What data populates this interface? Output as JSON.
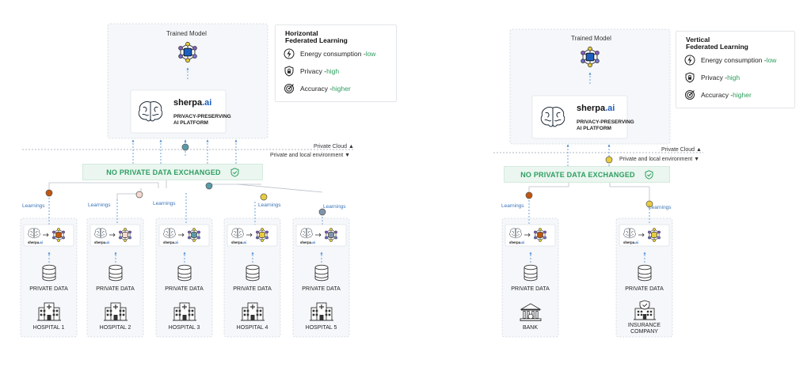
{
  "left": {
    "trained_model": "Trained Model",
    "platform_name": "sherpa",
    "platform_suffix": ".ai",
    "platform_line1": "PRIVACY-PRESERVING",
    "platform_line2": "AI PLATFORM",
    "legend": {
      "title_line1": "Horizontal",
      "title_line2": "Federated Learning",
      "rows": [
        {
          "label": "Energy consumption - ",
          "value": "low",
          "icon": "lightning-icon"
        },
        {
          "label": "Privacy - ",
          "value": "high",
          "icon": "shield-lock-icon"
        },
        {
          "label": "Accuracy - ",
          "value": "higher",
          "icon": "target-icon"
        }
      ]
    },
    "private_cloud": "Private Cloud",
    "private_local": "Private and local environment",
    "banner": "NO PRIVATE DATA EXCHANGED",
    "learnings": "Learnings",
    "nodes": [
      {
        "data": "PRIVATE DATA",
        "name": "HOSPITAL 1",
        "color": "#c0560f"
      },
      {
        "data": "PRIVATE DATA",
        "name": "HOSPITAL 2",
        "color": "#f5d8cf"
      },
      {
        "data": "PRIVATE DATA",
        "name": "HOSPITAL 3",
        "color": "#5a9aa8"
      },
      {
        "data": "PRIVATE DATA",
        "name": "HOSPITAL 4",
        "color": "#e8cc3d"
      },
      {
        "data": "PRIVATE DATA",
        "name": "HOSPITAL 5",
        "color": "#8094ac"
      }
    ],
    "mini_brand": "sherpa",
    "mini_brand_suffix": ".ai"
  },
  "right": {
    "trained_model": "Trained Model",
    "platform_name": "sherpa",
    "platform_suffix": ".ai",
    "platform_line1": "PRIVACY-PRESERVING",
    "platform_line2": "AI PLATFORM",
    "legend": {
      "title_line1": "Vertical",
      "title_line2": "Federated Learning",
      "rows": [
        {
          "label": "Energy consumption - ",
          "value": "low",
          "icon": "lightning-icon"
        },
        {
          "label": "Privacy - ",
          "value": "high",
          "icon": "shield-lock-icon"
        },
        {
          "label": "Accuracy - ",
          "value": "higher",
          "icon": "target-icon"
        }
      ]
    },
    "private_cloud": "Private Cloud",
    "private_local": "Private and local environment",
    "banner": "NO PRIVATE DATA EXCHANGED",
    "learnings": "Learnings",
    "nodes": [
      {
        "data": "PRIVATE DATA",
        "name": "BANK",
        "name2": "",
        "color": "#c0560f"
      },
      {
        "data": "PRIVATE DATA",
        "name": "INSURANCE",
        "name2": "COMPANY",
        "color": "#e8cc3d"
      }
    ],
    "mini_brand": "sherpa",
    "mini_brand_suffix": ".ai"
  },
  "colors": {
    "blue": "#1d5fbf",
    "dash": "#4a8ad0",
    "green": "#2e9e62",
    "line": "#c7ccd2"
  }
}
